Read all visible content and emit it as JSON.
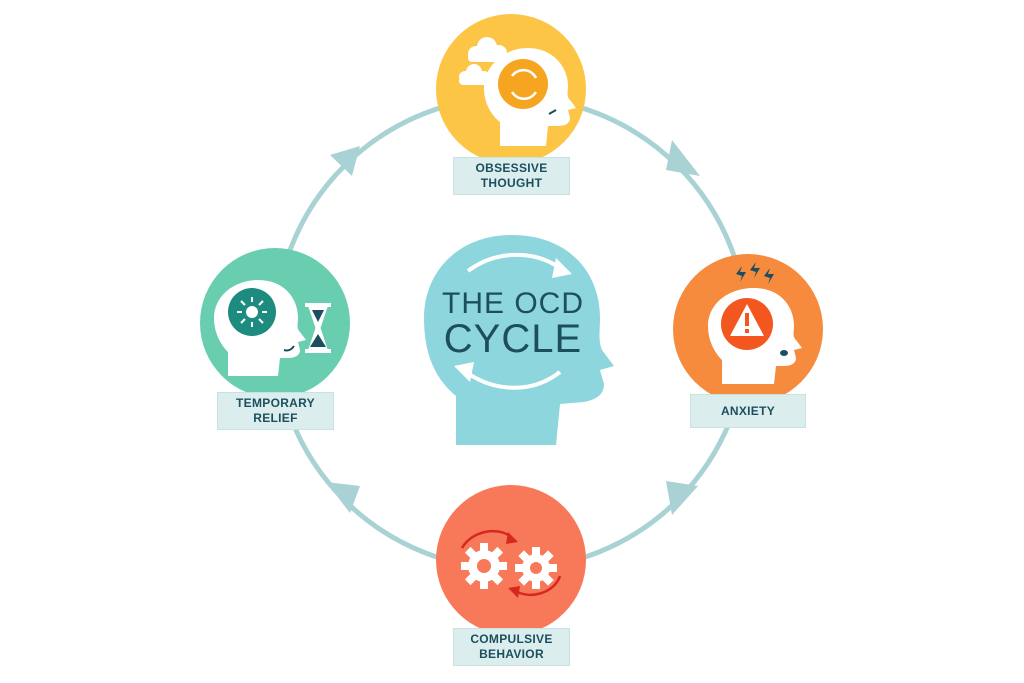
{
  "center": {
    "title_line1": "THE OCD",
    "title_line2": "CYCLE"
  },
  "stages": {
    "obsessive": {
      "line1": "OBSESSIVE",
      "line2": "THOUGHT"
    },
    "anxiety": {
      "line1": "ANXIETY"
    },
    "compulsive": {
      "line1": "COMPULSIVE",
      "line2": "BEHAVIOR"
    },
    "relief": {
      "line1": "TEMPORARY",
      "line2": "RELIEF"
    }
  },
  "colors": {
    "ring": "#a9d2d4",
    "center_head": "#8ed6dd",
    "obsessive": "#fcc545",
    "anxiety": "#f68a3d",
    "compulsive": "#f8795a",
    "relief": "#69cdb0",
    "label_bg": "#dbeeed",
    "label_text": "#1d4e60"
  }
}
